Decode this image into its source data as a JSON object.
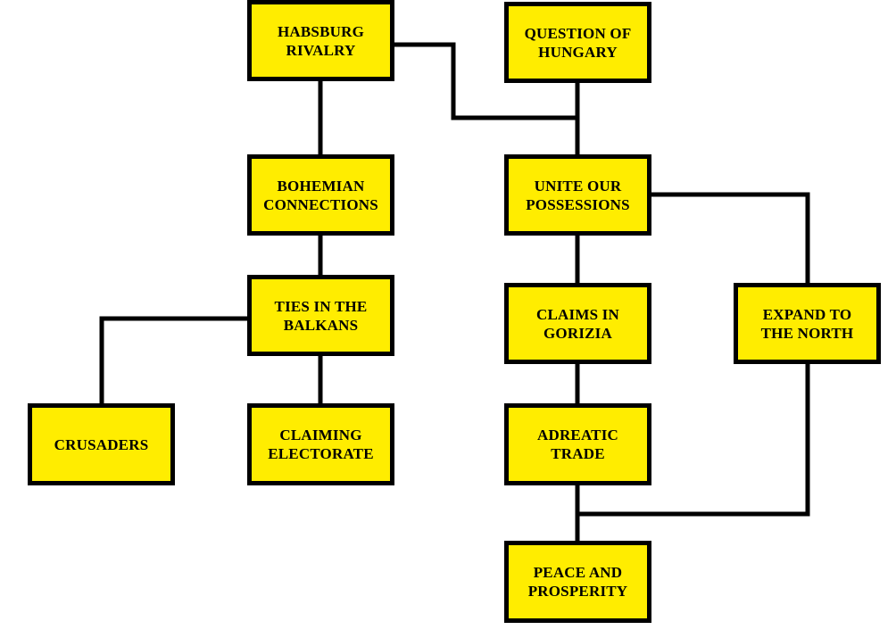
{
  "nodes": [
    {
      "id": "habsburg-rivalry",
      "label": "HABSBURG\nRIVALRY"
    },
    {
      "id": "question-of-hungary",
      "label": "QUESTION OF\nHUNGARY"
    },
    {
      "id": "bohemian-connections",
      "label": "BOHEMIAN\nCONNECTIONS"
    },
    {
      "id": "unite-our-possessions",
      "label": "UNITE OUR\nPOSSESSIONS"
    },
    {
      "id": "ties-in-the-balkans",
      "label": "TIES IN THE\nBALKANS"
    },
    {
      "id": "claims-in-gorizia",
      "label": "CLAIMS IN\nGORIZIA"
    },
    {
      "id": "expand-to-the-north",
      "label": "EXPAND TO\nTHE NORTH"
    },
    {
      "id": "crusaders",
      "label": "CRUSADERS"
    },
    {
      "id": "claiming-electorate",
      "label": "CLAIMING\nELECTORATE"
    },
    {
      "id": "adreatic-trade",
      "label": "ADREATIC\nTRADE"
    },
    {
      "id": "peace-and-prosperity",
      "label": "PEACE AND\nPROSPERITY"
    }
  ],
  "edges": [
    {
      "from": "habsburg-rivalry",
      "to": "bohemian-connections"
    },
    {
      "from": "habsburg-rivalry",
      "to": "unite-our-possessions"
    },
    {
      "from": "question-of-hungary",
      "to": "unite-our-possessions"
    },
    {
      "from": "bohemian-connections",
      "to": "ties-in-the-balkans"
    },
    {
      "from": "ties-in-the-balkans",
      "to": "crusaders"
    },
    {
      "from": "ties-in-the-balkans",
      "to": "claiming-electorate"
    },
    {
      "from": "unite-our-possessions",
      "to": "claims-in-gorizia"
    },
    {
      "from": "unite-our-possessions",
      "to": "expand-to-the-north"
    },
    {
      "from": "claims-in-gorizia",
      "to": "adreatic-trade"
    },
    {
      "from": "adreatic-trade",
      "to": "peace-and-prosperity"
    },
    {
      "from": "expand-to-the-north",
      "to": "peace-and-prosperity"
    }
  ],
  "colors": {
    "node_fill": "#ffed00",
    "node_border": "#000000",
    "connector": "#000000",
    "text": "#000000",
    "background": "#ffffff"
  }
}
